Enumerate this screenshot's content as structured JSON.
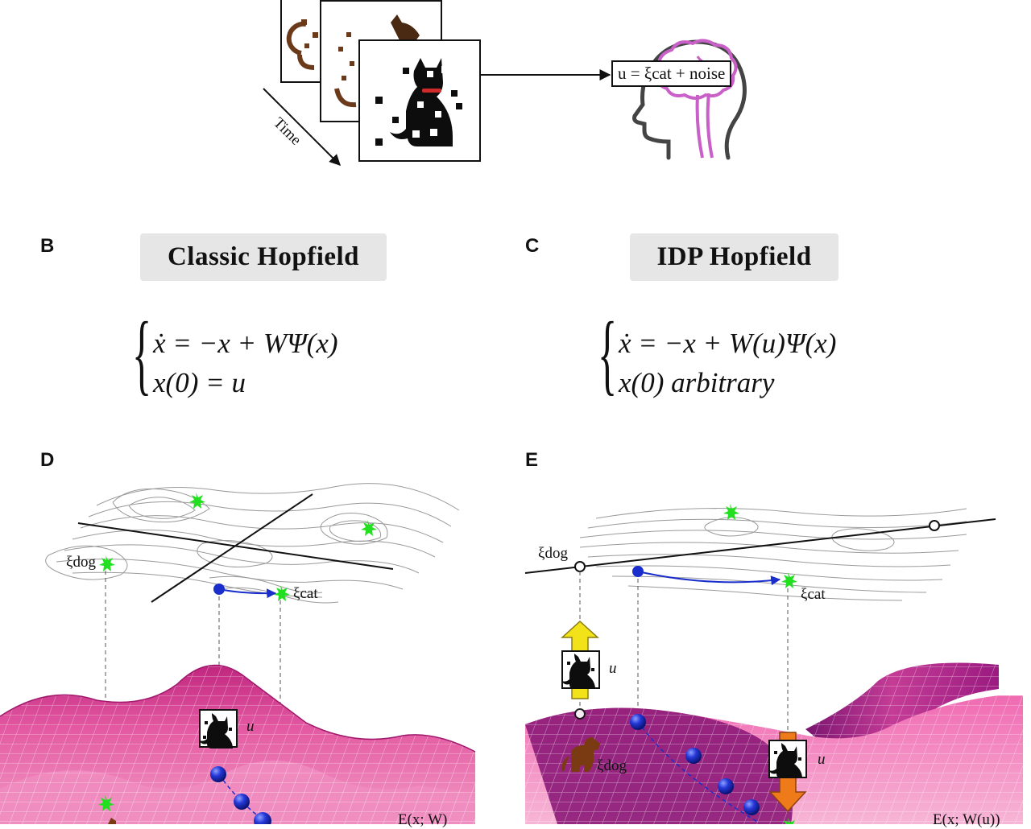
{
  "panelA": {
    "time_label": "Time",
    "equation_box": "u = ξcat + noise",
    "icons": [
      "cat-icon",
      "dog-icon",
      "brain-head-icon"
    ]
  },
  "panelB": {
    "letter": "B",
    "title": "Classic Hopfield",
    "eq_line1": "ẋ = −x + WΨ(x)",
    "eq_line2": "x(0) = u"
  },
  "panelC": {
    "letter": "C",
    "title": "IDP Hopfield",
    "eq_line1": "ẋ = −x + W(u)Ψ(x)",
    "eq_line2": "x(0)  arbitrary"
  },
  "panelD": {
    "letter": "D",
    "label_dog": "ξdog",
    "label_cat": "ξcat",
    "label_u": "u",
    "energy_label": "E(x; W)"
  },
  "panelE": {
    "letter": "E",
    "label_dog_top": "ξdog",
    "label_cat": "ξcat",
    "label_u_top": "u",
    "label_u_bottom": "u",
    "label_dog_bottom": "ξdog",
    "energy_label": "E(x; W(u))"
  },
  "colors": {
    "surface_pink": "#e8559f",
    "surface_purple": "#8c1a78",
    "star_green": "#22e020",
    "ball_blue": "#1a2ecc",
    "arrow_yellow": "#f2e21a",
    "arrow_orange": "#ef7a1a",
    "brain_pink": "#cc66cc",
    "dog_brown": "#7a3a12"
  }
}
